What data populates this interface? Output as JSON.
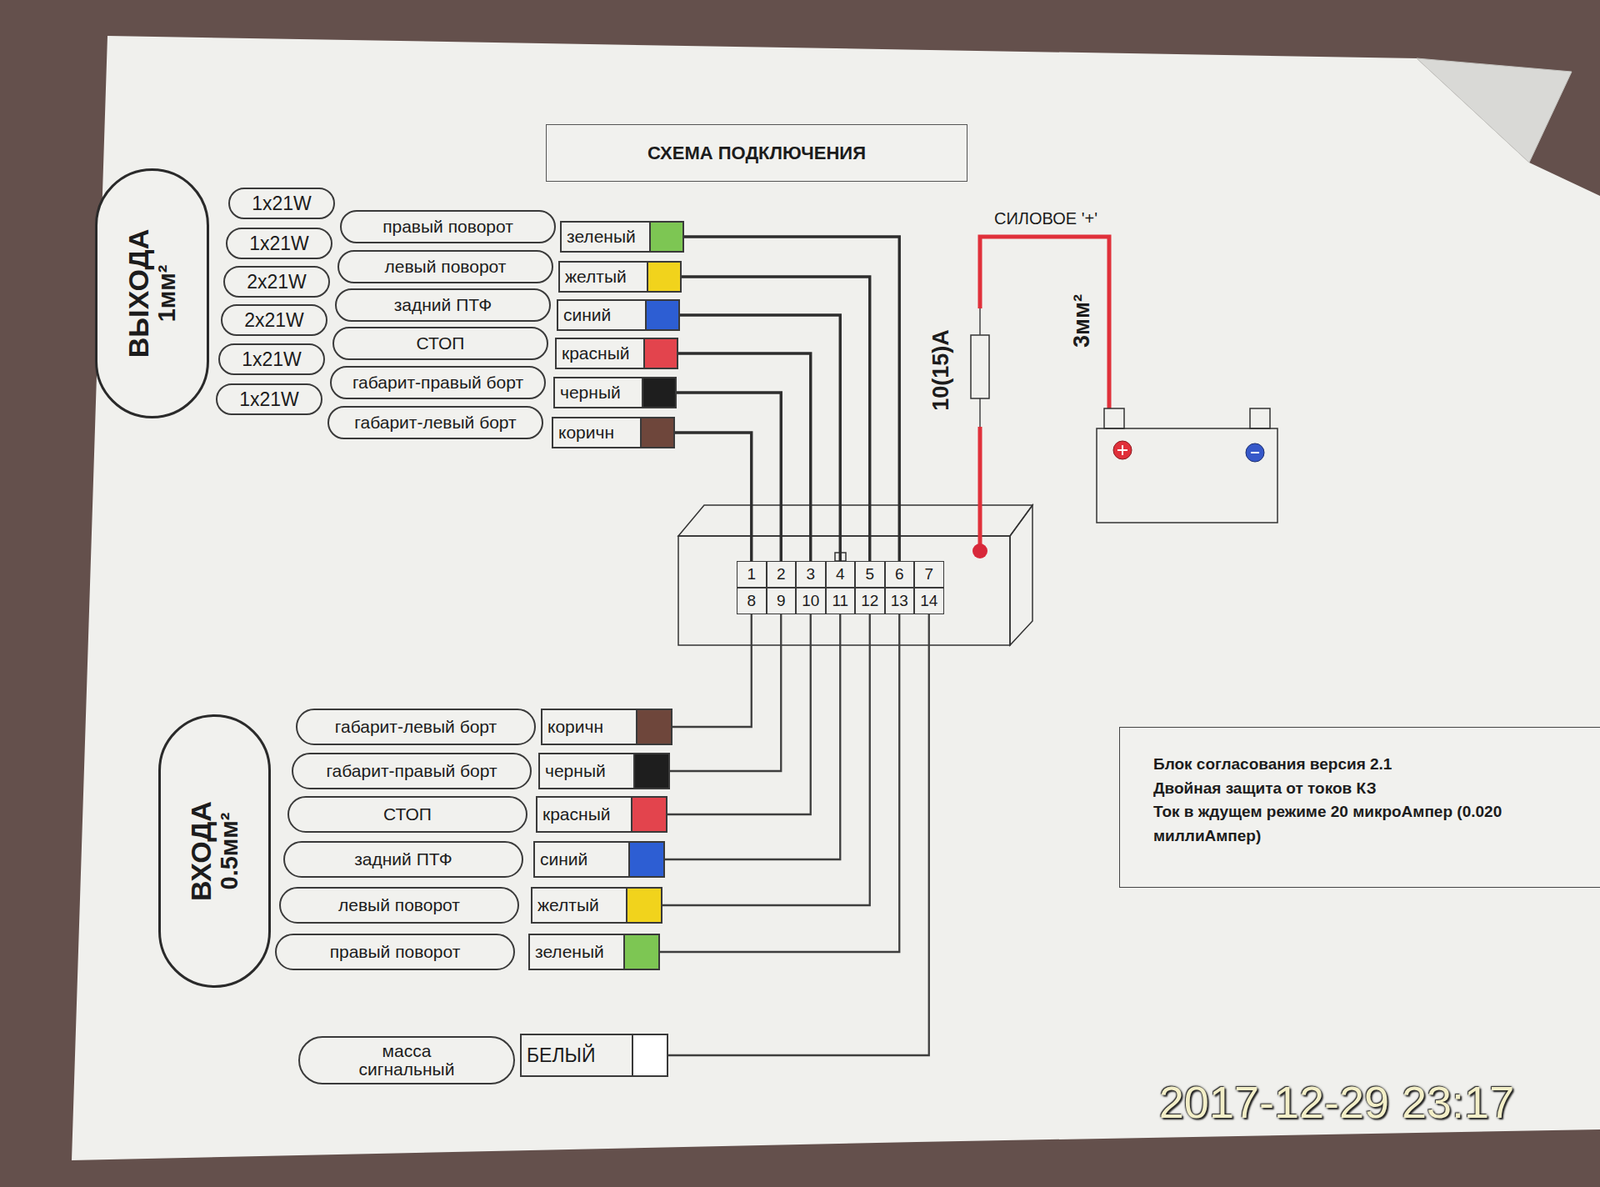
{
  "diagram": {
    "title": "СХЕМА ПОДКЛЮЧЕНИЯ",
    "nodes": [
      {
        "text": [
          "ВЫХОДА",
          "1мм²"
        ]
      },
      {
        "text": [
          "1x21W"
        ]
      },
      {
        "text": [
          "правый поворот"
        ]
      },
      {
        "text": [
          "зеленый"
        ]
      },
      {
        "text": [
          "1x21W"
        ]
      },
      {
        "text": [
          "левый поворот"
        ]
      },
      {
        "text": [
          "желтый"
        ]
      },
      {
        "text": [
          "2x21W"
        ]
      },
      {
        "text": [
          "задний ПТФ"
        ]
      },
      {
        "text": [
          "синий"
        ]
      },
      {
        "text": [
          "2x21W"
        ]
      },
      {
        "text": [
          "СТОП"
        ]
      },
      {
        "text": [
          "красный"
        ]
      },
      {
        "text": [
          "1x21W"
        ]
      },
      {
        "text": [
          "габарит-правый борт"
        ]
      },
      {
        "text": [
          "черный"
        ]
      },
      {
        "text": [
          "1x21W"
        ]
      },
      {
        "text": [
          "габарит-левый борт"
        ]
      },
      {
        "text": [
          "коричн"
        ]
      },
      {
        "text": [
          "1"
        ]
      },
      {
        "text": [
          "2"
        ]
      },
      {
        "text": [
          "3"
        ]
      },
      {
        "text": [
          "4"
        ]
      },
      {
        "text": [
          "5"
        ]
      },
      {
        "text": [
          "6"
        ]
      },
      {
        "text": [
          "7"
        ]
      },
      {
        "text": [
          "8"
        ]
      },
      {
        "text": [
          "9"
        ]
      },
      {
        "text": [
          "10"
        ]
      },
      {
        "text": [
          "11"
        ]
      },
      {
        "text": [
          "12"
        ]
      },
      {
        "text": [
          "13"
        ]
      },
      {
        "text": [
          "14"
        ]
      },
      {
        "text": [
          "ВХОДА",
          "0.5мм²"
        ]
      },
      {
        "text": [
          "габарит-левый борт"
        ]
      },
      {
        "text": [
          "коричн"
        ]
      },
      {
        "text": [
          "габарит-правый борт"
        ]
      },
      {
        "text": [
          "черный"
        ]
      },
      {
        "text": [
          "СТОП"
        ]
      },
      {
        "text": [
          "красный"
        ]
      },
      {
        "text": [
          "задний ПТФ"
        ]
      },
      {
        "text": [
          "синий"
        ]
      },
      {
        "text": [
          "левый поворот"
        ]
      },
      {
        "text": [
          "желтый"
        ]
      },
      {
        "text": [
          "правый поворот"
        ]
      },
      {
        "text": [
          "зеленый"
        ]
      },
      {
        "text": [
          "масса сигнальный"
        ]
      },
      {
        "text": [
          "БЕЛЫЙ"
        ]
      },
      {
        "text": [
          "Блок согласования версия 2.1",
          "Двойная защита от токов КЗ",
          "Ток в ждущем режиме 20 микроАмпер (0.020 миллиАмпер)"
        ]
      }
    ],
    "edges": [
      {
        "from": 3,
        "to": 24,
        "arrow": "none"
      },
      {
        "from": 6,
        "to": 23,
        "arrow": "none"
      },
      {
        "from": 9,
        "to": 22,
        "arrow": "none"
      },
      {
        "from": 12,
        "to": 21,
        "arrow": "none"
      },
      {
        "from": 15,
        "to": 20,
        "arrow": "none"
      },
      {
        "from": 18,
        "to": 19,
        "arrow": "none"
      },
      {
        "from": 35,
        "to": 26,
        "arrow": "none"
      },
      {
        "from": 37,
        "to": 27,
        "arrow": "none"
      },
      {
        "from": 39,
        "to": 28,
        "arrow": "none"
      },
      {
        "from": 41,
        "to": 29,
        "arrow": "none"
      },
      {
        "from": 43,
        "to": 30,
        "arrow": "none"
      },
      {
        "from": 45,
        "to": 31,
        "arrow": "none"
      },
      {
        "from": 47,
        "to": 32,
        "arrow": "none"
      }
    ],
    "labels": [
      "СИЛОВОЕ '+'",
      "10(15)А",
      "3мм²",
      "2017-12-29 23:17"
    ]
  }
}
